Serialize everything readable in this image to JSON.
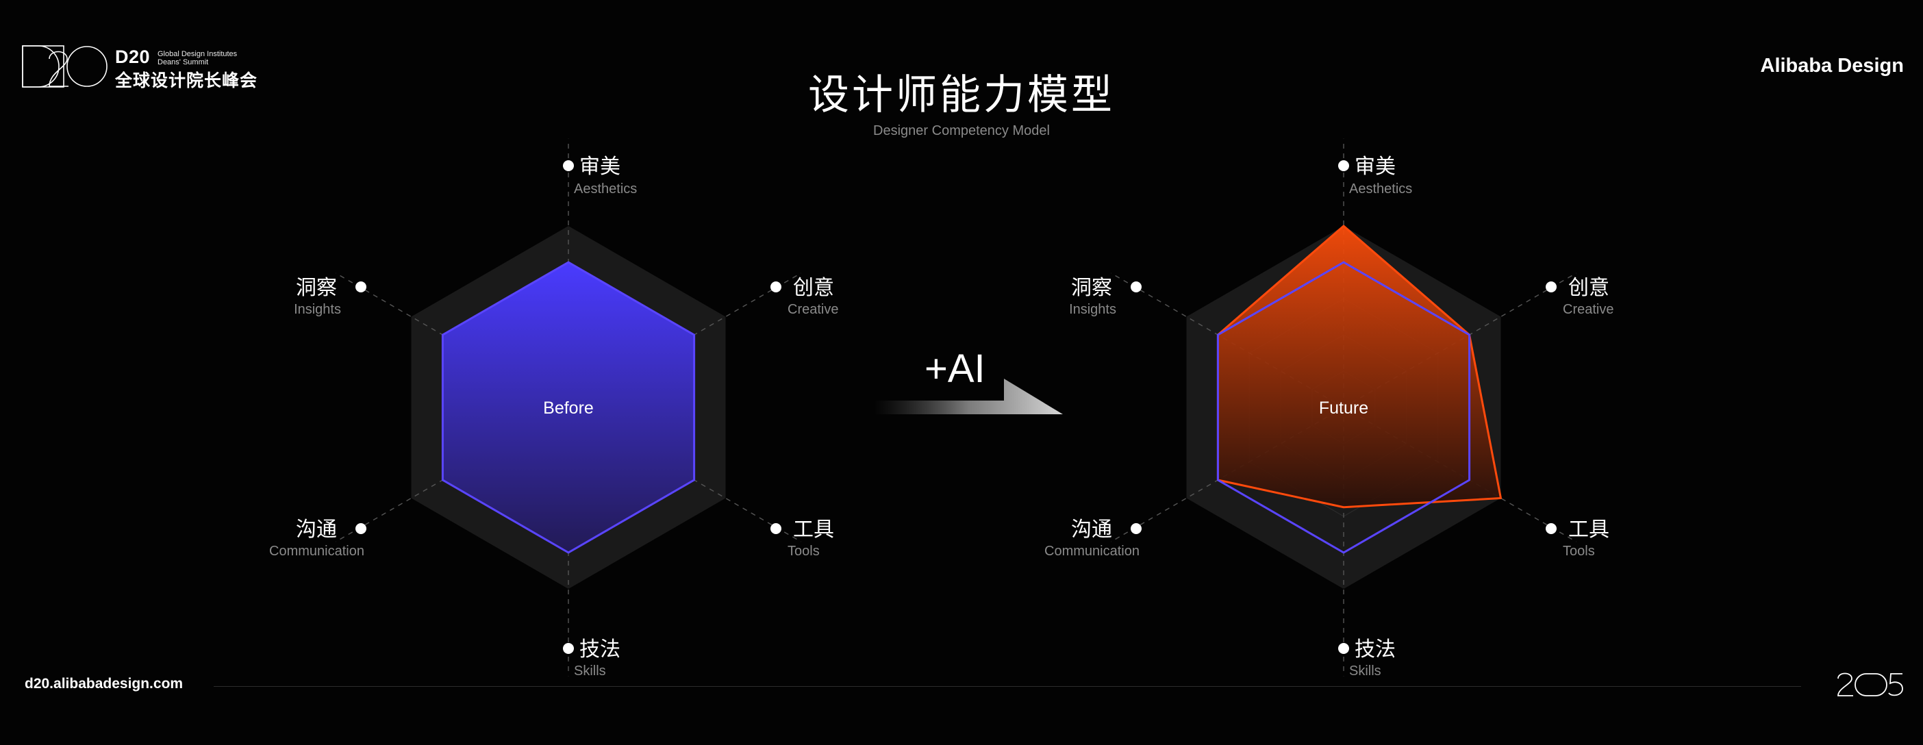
{
  "header": {
    "logo_mark": "D20",
    "logo_d20": "D20",
    "logo_en_line1": "Global Design Institutes",
    "logo_en_line2": "Deans' Summit",
    "logo_cn": "全球设计院长峰会",
    "brand": "Alibaba Design",
    "title": "设计师能力模型",
    "subtitle": "Designer Competency Model"
  },
  "footer": {
    "url": "d20.alibabadesign.com",
    "year_mark": "2025"
  },
  "transition": {
    "label": "+AI"
  },
  "colors": {
    "background": "#030303",
    "before_fill_top": "#4a3bff",
    "before_fill_bottom": "#221a55",
    "before_stroke": "#5a45ff",
    "future_fill_top": "#ff4d0a",
    "future_fill_bottom": "#2a1008",
    "future_stroke": "#ff4a0c",
    "grid_band": "#1a1a1a"
  },
  "chart_data": [
    {
      "type": "radar",
      "center_label": "Before",
      "max": 1.0,
      "categories": [
        {
          "cn": "审美",
          "en": "Aesthetics"
        },
        {
          "cn": "创意",
          "en": "Creative"
        },
        {
          "cn": "工具",
          "en": "Tools"
        },
        {
          "cn": "技法",
          "en": "Skills"
        },
        {
          "cn": "沟通",
          "en": "Communication"
        },
        {
          "cn": "洞察",
          "en": "Insights"
        }
      ],
      "series": [
        {
          "values": [
            0.8,
            0.8,
            0.8,
            0.8,
            0.8,
            0.8
          ]
        }
      ]
    },
    {
      "type": "radar",
      "center_label": "Future",
      "max": 1.0,
      "categories": [
        {
          "cn": "审美",
          "en": "Aesthetics"
        },
        {
          "cn": "创意",
          "en": "Creative"
        },
        {
          "cn": "工具",
          "en": "Tools"
        },
        {
          "cn": "技法",
          "en": "Skills"
        },
        {
          "cn": "沟通",
          "en": "Communication"
        },
        {
          "cn": "洞察",
          "en": "Insights"
        }
      ],
      "series": [
        {
          "values": [
            1.0,
            0.8,
            1.0,
            0.55,
            0.8,
            0.8
          ]
        },
        {
          "values": [
            0.8,
            0.8,
            0.8,
            0.8,
            0.8,
            0.8
          ]
        }
      ]
    }
  ]
}
